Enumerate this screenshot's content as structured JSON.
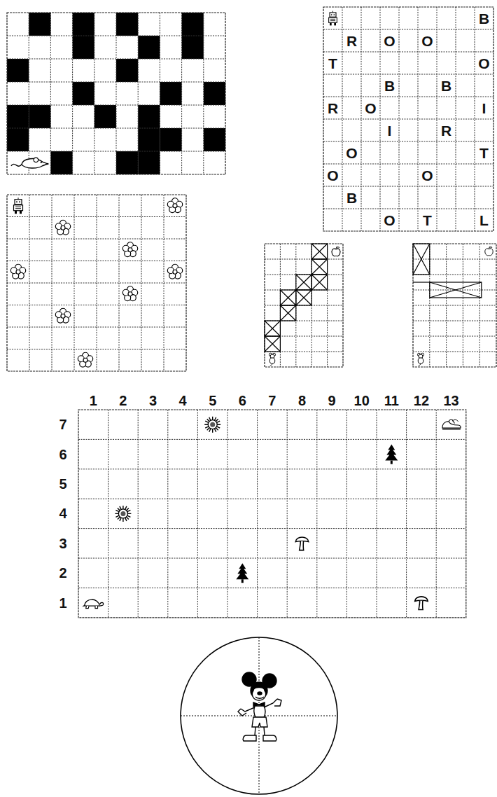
{
  "diagram": {
    "labels": [
      "B",
      "R",
      "O",
      "O",
      "T",
      "O",
      "B",
      "B",
      "R",
      "O",
      "I",
      "I",
      "R",
      "O",
      "T",
      "O",
      "O",
      "B",
      "O",
      "T",
      "L",
      "1",
      "2",
      "3",
      "4",
      "5",
      "6",
      "7",
      "8",
      "9",
      "10",
      "11",
      "12",
      "13",
      "7",
      "6",
      "5",
      "4",
      "3",
      "2",
      "1"
    ]
  }
}
